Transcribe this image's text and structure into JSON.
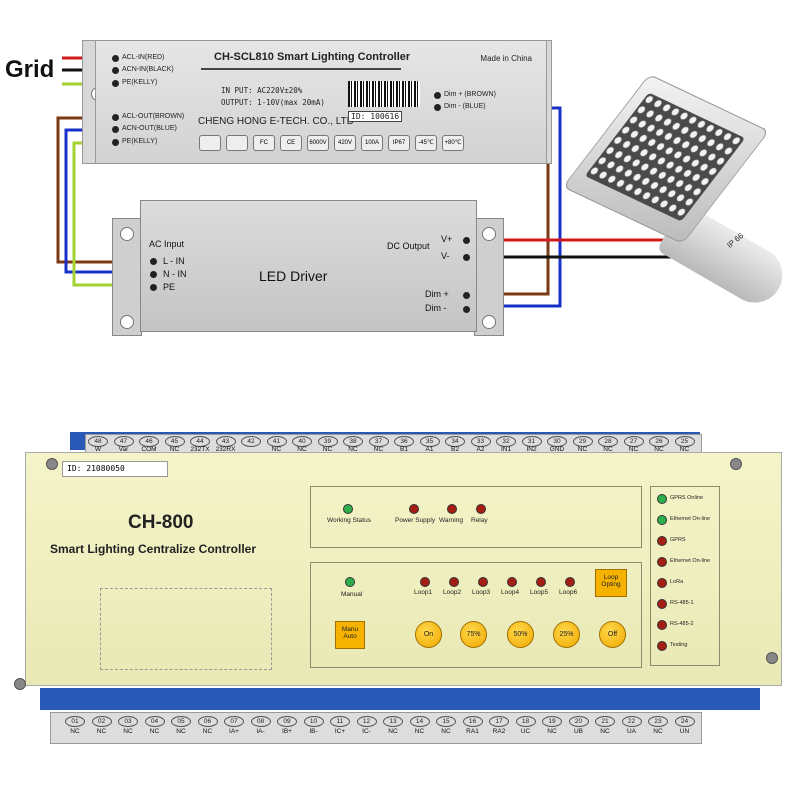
{
  "grid_label": "Grid",
  "controller": {
    "title": "CH-SCL810 Smart Lighting Controller",
    "made_in": "Made in China",
    "input": "IN PUT:  AC220V±20%",
    "output": "OUTPUT:  1-10V(max 20mA)",
    "company": "CHENG HONG E-TECH. CO., LTD",
    "id": "ID: 100616",
    "left_terminals": [
      "ACL-IN(RED)",
      "ACN-IN(BLACK)",
      "PE(KELLY)",
      "ACL-OUT(BROWN)",
      "ACN-OUT(BLUE)",
      "PE(KELLY)"
    ],
    "right_terminals": [
      "Dim + (BROWN)",
      "Dim - (BLUE)"
    ],
    "certs": [
      "",
      "",
      "FC",
      "CE",
      "6000V",
      "420V",
      "100A",
      "IP67",
      "-45℃",
      "+80℃"
    ]
  },
  "driver": {
    "title": "LED  Driver",
    "ac_input": "AC Input",
    "inputs": [
      "L - IN",
      "N - IN",
      "PE"
    ],
    "dc_output": "DC Output",
    "outputs": [
      "V+",
      "V-"
    ],
    "dims": [
      "Dim +",
      "Dim -"
    ]
  },
  "lamp": {
    "tag": "IP 66"
  },
  "wire_colors": {
    "red": "#d11a1a",
    "black": "#111111",
    "kelly": "#a4d233",
    "brown": "#7a3a14",
    "blue": "#1830c8"
  },
  "device": {
    "id": "ID: 21080050",
    "model": "CH-800",
    "subtitle": "Smart Lighting Centralize Controller",
    "top_numbers": [
      "48",
      "47",
      "46",
      "45",
      "44",
      "43",
      "42",
      "41",
      "40",
      "39",
      "38",
      "37",
      "36",
      "35",
      "34",
      "33",
      "32",
      "31",
      "30",
      "29",
      "28",
      "27",
      "26",
      "25"
    ],
    "top_labels": [
      "W",
      "Var",
      "COM",
      "NC",
      "232TX",
      "232RX",
      "",
      "NC",
      "NC",
      "NC",
      "NC",
      "NC",
      "B1",
      "A1",
      "B2",
      "A2",
      "IN1",
      "IN2",
      "GND",
      "NC",
      "NC",
      "NC",
      "NC",
      "NC"
    ],
    "bottom_numbers": [
      "01",
      "02",
      "03",
      "04",
      "05",
      "06",
      "07",
      "08",
      "09",
      "10",
      "11",
      "12",
      "13",
      "14",
      "15",
      "16",
      "17",
      "18",
      "19",
      "20",
      "21",
      "22",
      "23",
      "24"
    ],
    "bottom_labels": [
      "NC",
      "NC",
      "NC",
      "NC",
      "NC",
      "NC",
      "IA+",
      "IA-",
      "IB+",
      "IB-",
      "IC+",
      "IC-",
      "NC",
      "NC",
      "NC",
      "RA1",
      "RA2",
      "UC",
      "NC",
      "UB",
      "NC",
      "UA",
      "NC",
      "UN"
    ],
    "status": {
      "working": "Working Status",
      "power": "Power Supply",
      "warning": "Warning",
      "relay": "Relay"
    },
    "manual": "Manual",
    "loops": [
      "Loop1",
      "Loop2",
      "Loop3",
      "Loop4",
      "Loop5",
      "Loop6"
    ],
    "loop_opting": [
      "Loop",
      "Opting"
    ],
    "manu_auto": [
      "Manu",
      "Auto"
    ],
    "buttons": [
      "On",
      "75%",
      "50%",
      "25%",
      "Off"
    ],
    "comms": [
      "GPRS Online",
      "Ethernet On-line",
      "GPRS",
      "Ethernet On-line",
      "LoRa",
      "RS-485-1",
      "RS-485-2",
      "Testing"
    ],
    "comm_colors": [
      "#2fae4c",
      "#2fae4c",
      "#a41e14",
      "#a41e14",
      "#a41e14",
      "#a41e14",
      "#a41e14",
      "#a41e14"
    ]
  }
}
